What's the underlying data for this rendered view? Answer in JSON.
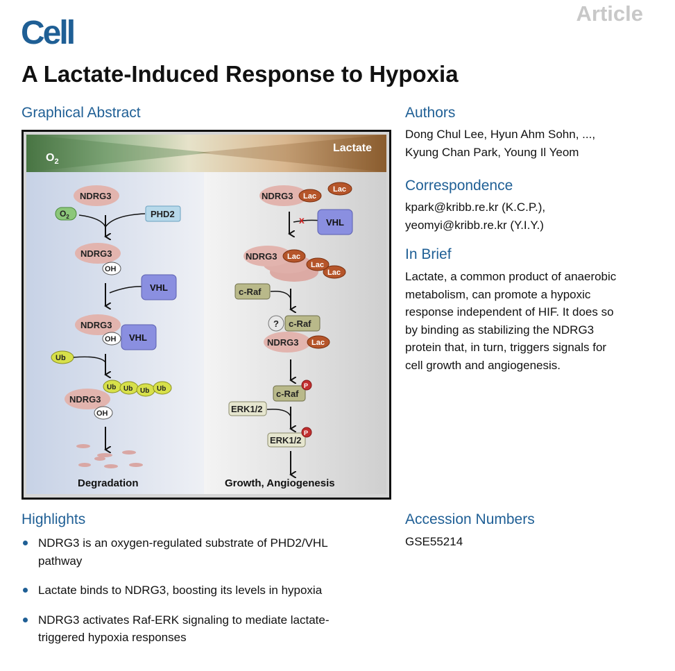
{
  "header": {
    "article_tag": "Article",
    "journal": "Cell"
  },
  "title": "A Lactate-Induced Response to Hypoxia",
  "graphical_abstract": {
    "heading": "Graphical Abstract",
    "o2": "O",
    "o2_sub": "2",
    "lactate": "Lactate",
    "labels": {
      "ndrg3": "NDRG3",
      "phd2": "PHD2",
      "vhl": "VHL",
      "oh": "OH",
      "ub": "Ub",
      "lac": "Lac",
      "craf": "c-Raf",
      "erk": "ERK1/2",
      "p": "P",
      "q": "?",
      "x": "x",
      "degradation": "Degradation",
      "growth": "Growth,  Angiogenesis"
    }
  },
  "authors": {
    "heading": "Authors",
    "lines": [
      "Dong Chul Lee, Hyun Ahm Sohn, ...,",
      "Kyung Chan Park, Young Il Yeom"
    ]
  },
  "correspondence": {
    "heading": "Correspondence",
    "lines": [
      "kpark@kribb.re.kr (K.C.P.),",
      "yeomyi@kribb.re.kr (Y.I.Y.)"
    ]
  },
  "in_brief": {
    "heading": "In Brief",
    "lines": [
      "Lactate, a common product of anaerobic",
      "metabolism, can promote a hypoxic",
      "response independent of HIF. It does so",
      "by binding as stabilizing the NDRG3",
      "protein that, in turn, triggers signals for",
      "cell growth and angiogenesis."
    ]
  },
  "highlights": {
    "heading": "Highlights",
    "items": [
      [
        "NDRG3 is an oxygen-regulated substrate of PHD2/VHL",
        "pathway"
      ],
      [
        "Lactate binds to NDRG3, boosting its levels in hypoxia"
      ],
      [
        "NDRG3 activates Raf-ERK signaling to mediate lactate-",
        "triggered hypoxia responses"
      ]
    ]
  },
  "accession": {
    "heading": "Accession Numbers",
    "value": "GSE55214"
  },
  "colors": {
    "accent": "#1f5f95",
    "article_tag": "#c8c8c8"
  }
}
